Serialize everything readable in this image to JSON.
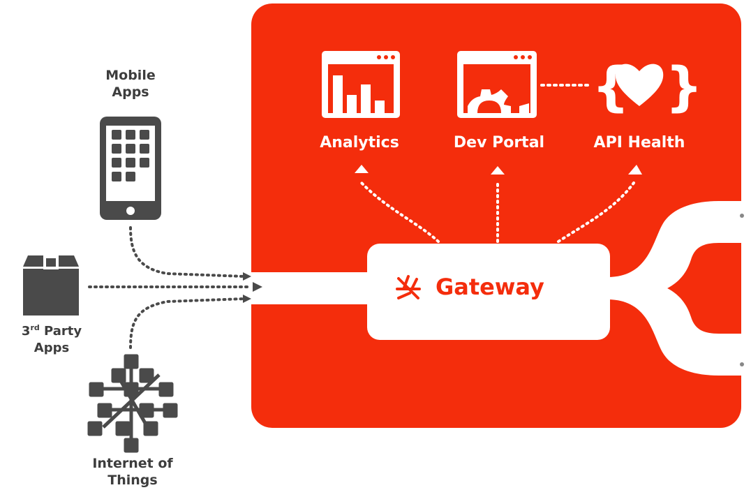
{
  "sources": {
    "mobile_apps": {
      "line1": "Mobile",
      "line2": "Apps"
    },
    "third_party_apps": {
      "prefix": "3",
      "sup": "rd",
      "rest": " Party",
      "line2": "Apps"
    },
    "iot": {
      "line1": "Internet of",
      "line2": "Things"
    }
  },
  "services": [
    {
      "label": "Analytics"
    },
    {
      "label": "Dev Portal"
    },
    {
      "label": "API Health"
    }
  ],
  "gateway": {
    "label": "Gateway"
  },
  "colors": {
    "brand": "#f42d0c",
    "icon_dark": "#4a4a4a",
    "text_dark": "#3d3d3d",
    "white": "#ffffff"
  },
  "icons": [
    "phone-icon",
    "package-icon",
    "network-icon",
    "bar-chart-icon",
    "dev-portal-icon",
    "api-health-icon",
    "gateway-logo-icon"
  ]
}
